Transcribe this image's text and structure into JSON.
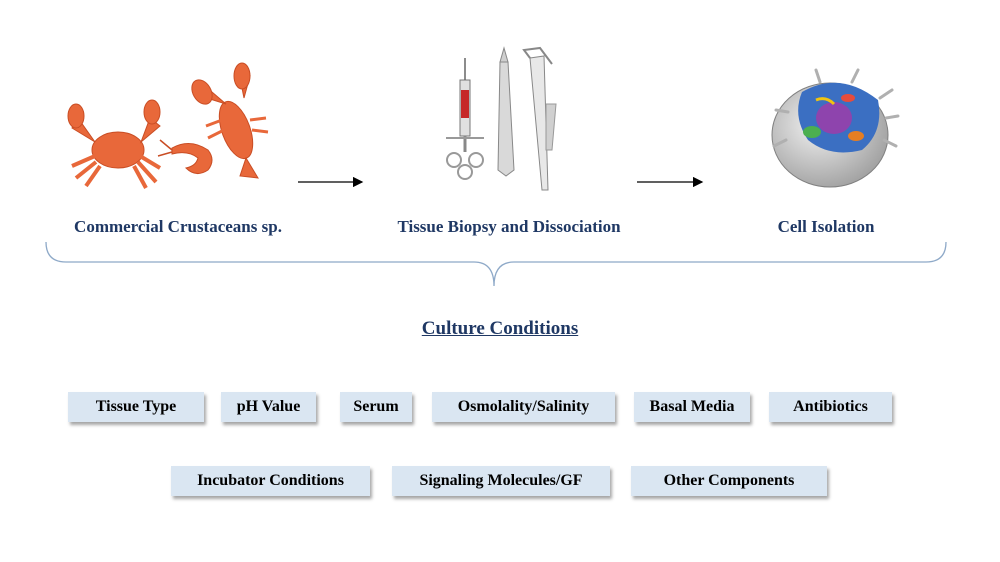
{
  "steps": [
    {
      "label": "Commercial Crustaceans sp.",
      "icon": "crustaceans-icon"
    },
    {
      "label": "Tissue Biopsy and Dissociation",
      "icon": "surgical-tools-icon"
    },
    {
      "label": "Cell Isolation",
      "icon": "cell-icon"
    }
  ],
  "section_title": "Culture Conditions",
  "conditions_row1": [
    "Tissue Type",
    "pH Value",
    "Serum",
    "Osmolality/Salinity",
    "Basal Media",
    "Antibiotics"
  ],
  "conditions_row2": [
    "Incubator Conditions",
    "Signaling Molecules/GF",
    "Other Components"
  ],
  "colors": {
    "label": "#1f3864",
    "chip_fill": "#dae6f2",
    "crustacean": "#e8683a",
    "brace": "#8ea9c8"
  }
}
